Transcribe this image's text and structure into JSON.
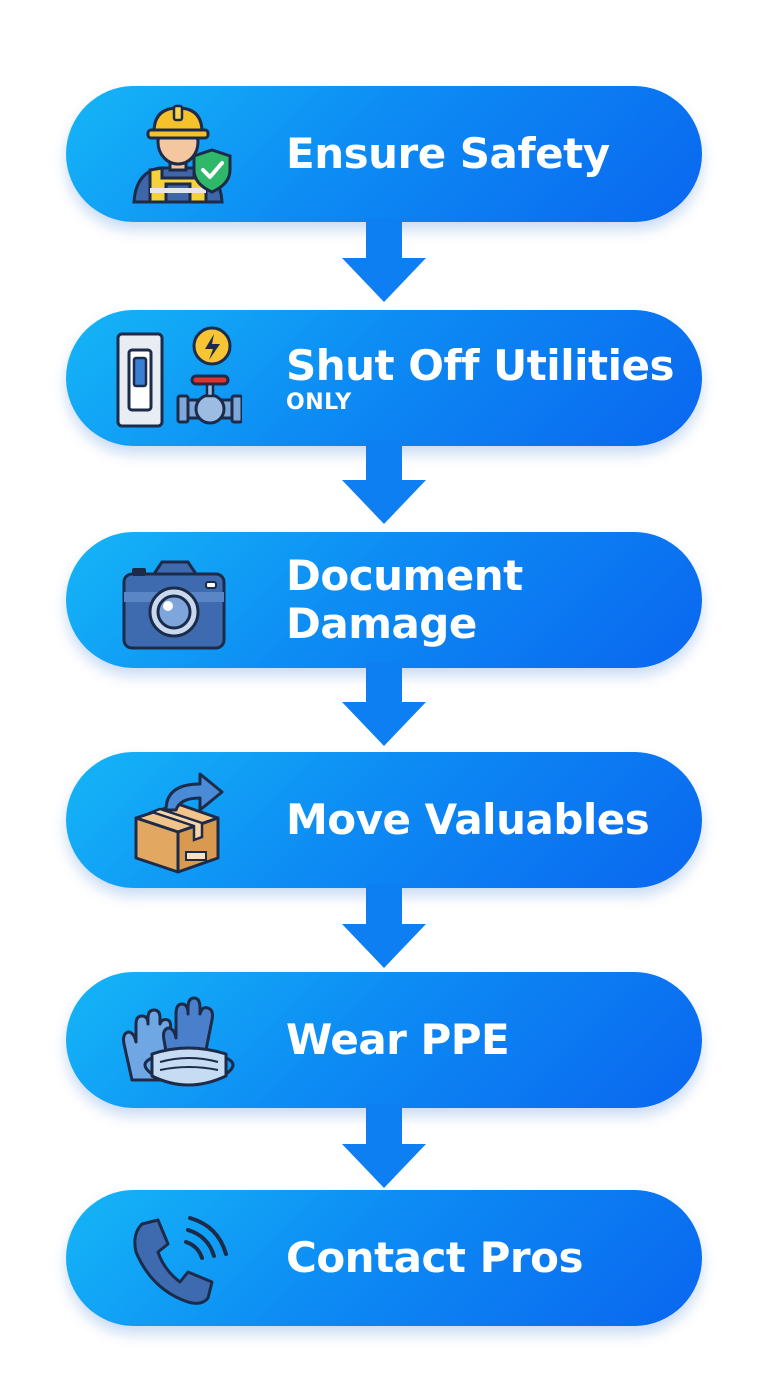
{
  "steps": [
    {
      "label": "Ensure Safety",
      "icon": "worker-shield-icon"
    },
    {
      "label": "Shut Off Utilities",
      "sublabel": "ONLY",
      "icon": "switch-valve-icon"
    },
    {
      "label": "Document\nDamage",
      "icon": "camera-icon"
    },
    {
      "label": "Move Valuables",
      "icon": "box-arrow-icon"
    },
    {
      "label": "Wear PPE",
      "icon": "gloves-mask-icon"
    },
    {
      "label": "Contact Pros",
      "icon": "phone-icon"
    }
  ],
  "colors": {
    "pill_start": "#15b6f7",
    "pill_end": "#0a66ef",
    "arrow": "#0e7ff2",
    "text": "#ffffff"
  }
}
